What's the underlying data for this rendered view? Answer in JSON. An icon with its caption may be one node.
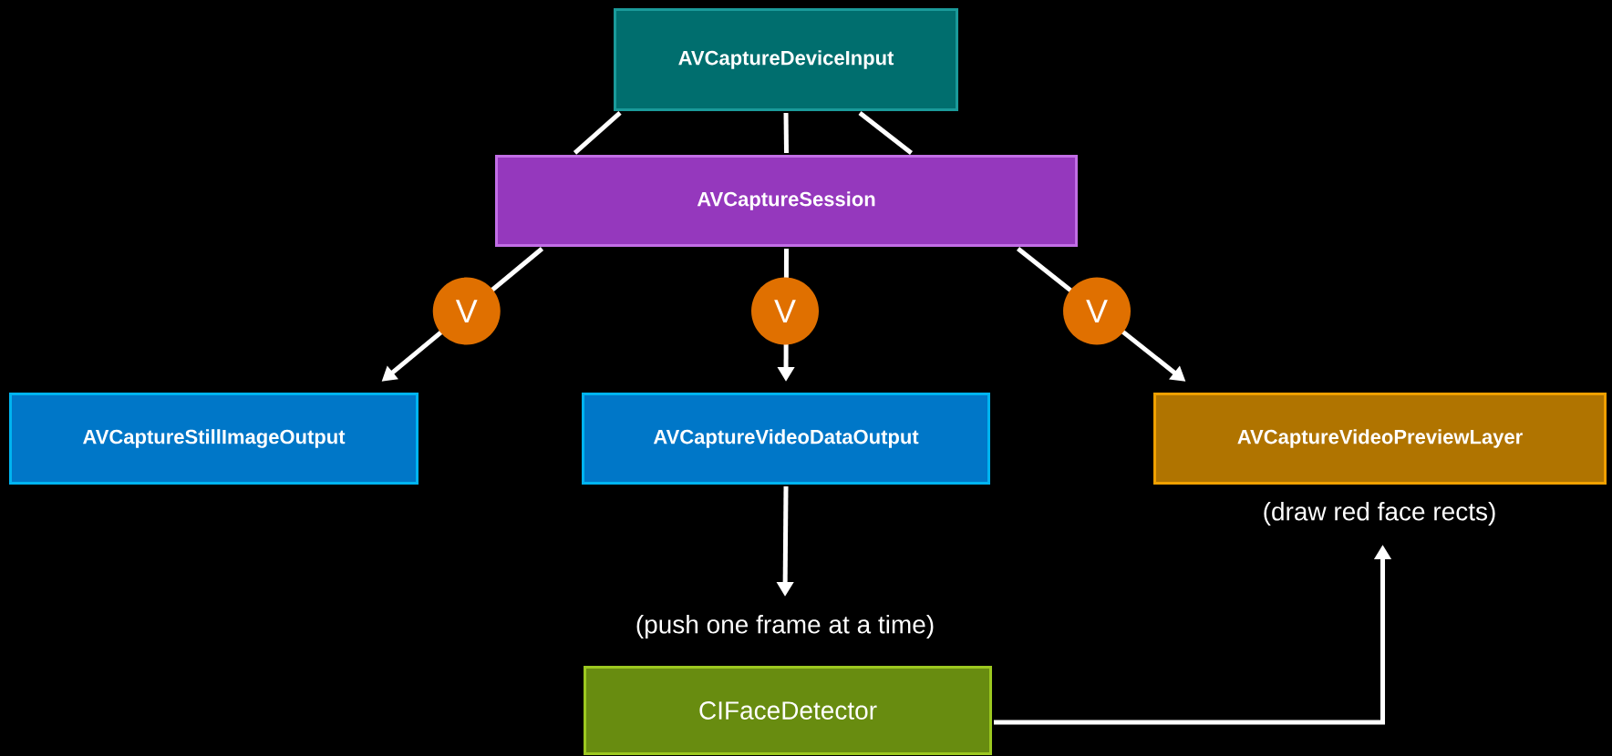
{
  "diagram": {
    "nodes": [
      {
        "text": [
          "AVCaptureDeviceInput"
        ]
      },
      {
        "text": [
          "AVCaptureSession"
        ]
      },
      {
        "text": [
          "AVCaptureStillImageOutput"
        ]
      },
      {
        "text": [
          "AVCaptureVideoDataOutput"
        ]
      },
      {
        "text": [
          "AVCaptureVideoPreviewLayer"
        ],
        "beside": [
          "(draw red face rects)"
        ]
      },
      {
        "text": [
          "CIFaceDetector"
        ],
        "beside": [
          "(push one frame at a time)"
        ]
      }
    ],
    "edges": [
      {
        "from": 0,
        "to": 1,
        "arrow": "none"
      },
      {
        "from": 0,
        "to": 1,
        "arrow": "none"
      },
      {
        "from": 0,
        "to": 1,
        "arrow": "none"
      },
      {
        "from": 1,
        "to": 2,
        "arrow": "to",
        "label": "V"
      },
      {
        "from": 1,
        "to": 3,
        "arrow": "to",
        "label": "V"
      },
      {
        "from": 1,
        "to": 4,
        "arrow": "to",
        "label": "V"
      },
      {
        "from": 3,
        "to": 5,
        "arrow": "to"
      },
      {
        "from": 5,
        "to": 4,
        "arrow": "to"
      }
    ]
  }
}
